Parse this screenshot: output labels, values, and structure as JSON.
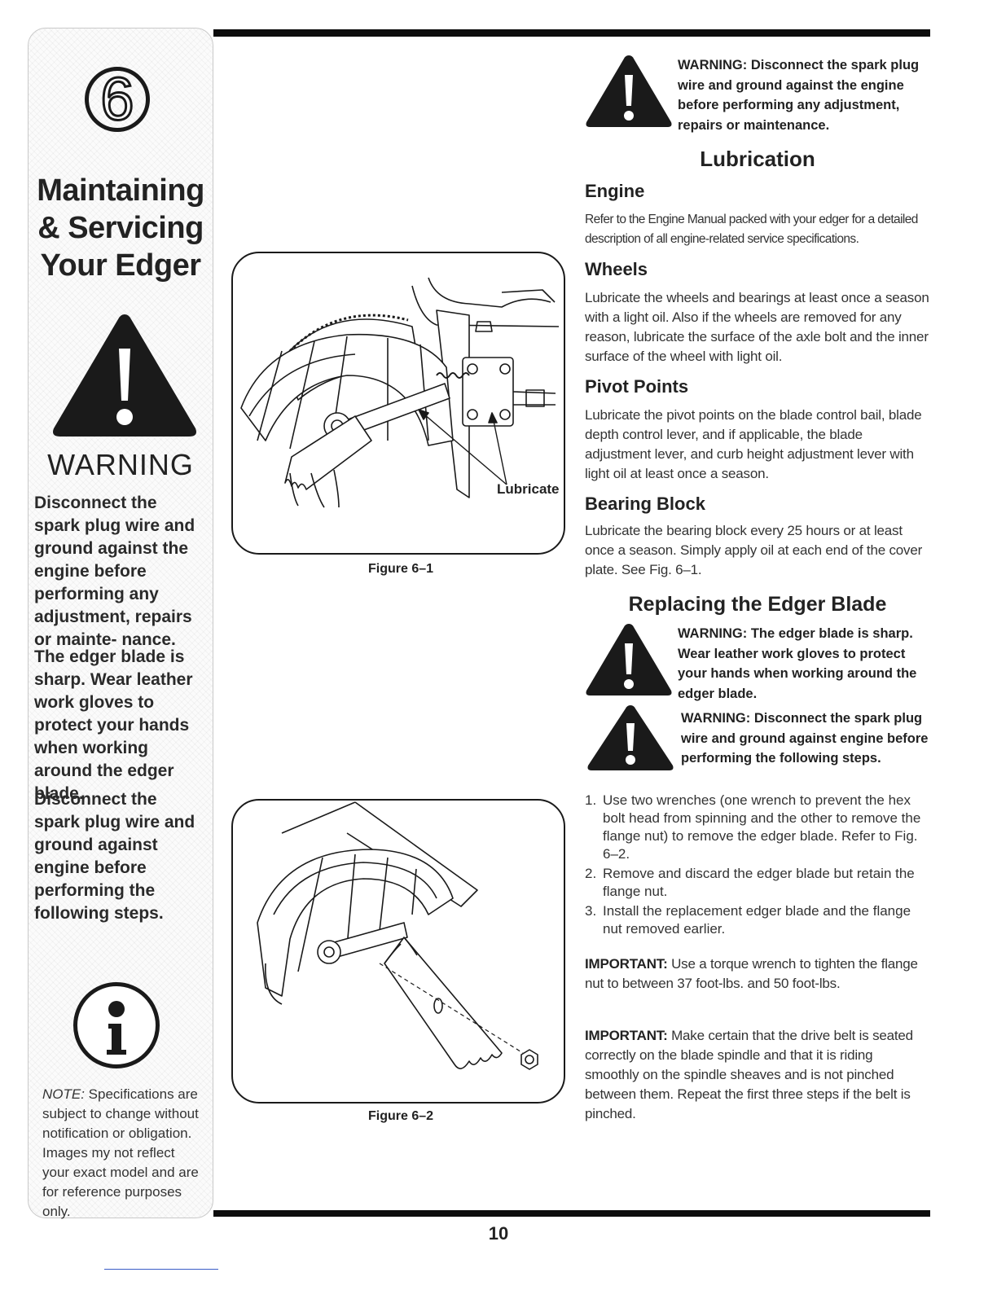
{
  "sidebar": {
    "chapter_number": "6",
    "chapter_title_lines": [
      "Maintaining",
      "& Servicing",
      "Your Edger"
    ],
    "warning_heading": "WARNING",
    "warning_blocks": [
      "Disconnect the spark plug wire and ground against the engine before performing any adjustment, repairs or mainte- nance.",
      "The edger blade is sharp. Wear leather work gloves to protect your hands when working around the edger blade.",
      "Disconnect the spark plug wire and ground against engine before performing the following steps."
    ],
    "note_label": "NOTE:",
    "note_text": " Specifications are subject to change without notification or obligation. Images my not reflect your exact model and are for reference purposes only."
  },
  "figures": {
    "fig1_caption": "Figure 6–1",
    "fig1_callout": "Lubricate",
    "fig2_caption": "Figure 6–2"
  },
  "main": {
    "top_warning": "WARNING: Disconnect the spark plug wire and ground against the engine before performing any adjustment, repairs or maintenance.",
    "lubrication_heading": "Lubrication",
    "sections": [
      {
        "heading": "Engine",
        "text": "Refer to the Engine Manual packed with your edger for a detailed description of all engine-related service specifications."
      },
      {
        "heading": "Wheels",
        "text": "Lubricate the wheels and bearings at least once a season with a light oil. Also if the wheels are removed for any reason, lubricate the surface of the axle bolt and the inner surface of the wheel with light oil."
      },
      {
        "heading": "Pivot Points",
        "text": "Lubricate the pivot points on the blade control bail, blade depth control lever, and if applicable, the blade adjustment lever, and curb height adjustment lever with light oil at least once a season."
      },
      {
        "heading": "Bearing Block",
        "text": "Lubricate the bearing block every 25 hours or at least once a season. Simply apply oil at each end of the cover plate.  See Fig. 6–1."
      }
    ],
    "replacing_heading": "Replacing the Edger Blade",
    "blade_warning_1": "WARNING: The edger blade is sharp. Wear leather work gloves to protect your hands when working around the edger blade.",
    "blade_warning_2": "WARNING: Disconnect the spark plug wire and ground against engine before performing the following steps.",
    "steps": [
      {
        "num": "1.",
        "text": "Use two wrenches (one wrench to prevent the hex bolt head from spinning and the other to remove the flange nut) to remove the edger blade. Refer to Fig. 6–2."
      },
      {
        "num": "2.",
        "text": "Remove and discard the edger blade but retain the flange nut."
      },
      {
        "num": "3.",
        "text": "Install the replacement edger blade and the flange nut removed earlier."
      }
    ],
    "important_label": "IMPORTANT:",
    "important_1": " Use a torque wrench to tighten the flange nut to between 37 foot-lbs. and 50 foot-lbs.",
    "important_2": " Make certain that the drive belt is seated correctly on the blade spindle and that it is riding smoothly on the spindle sheaves and is not pinched between them. Repeat the first three steps if the belt is pinched."
  },
  "footer": {
    "page_number": "10"
  }
}
